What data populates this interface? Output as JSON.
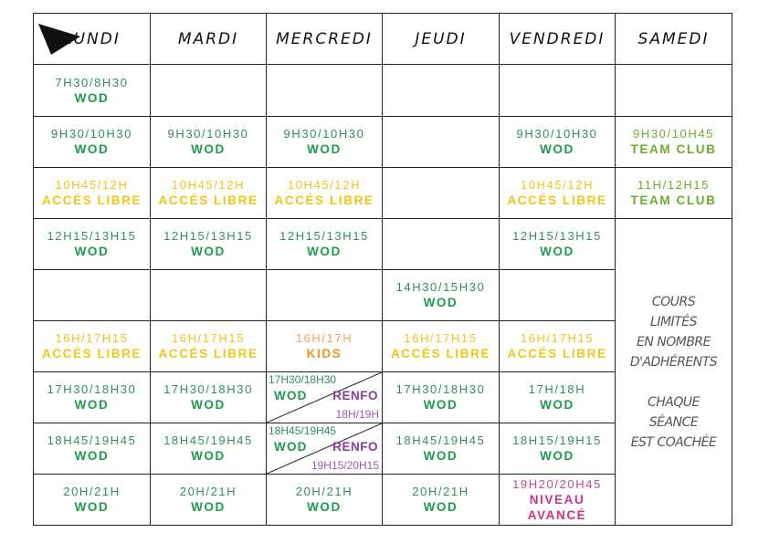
{
  "days": [
    "LUNDI",
    "MARDI",
    "MERCREDI",
    "JEUDI",
    "VENDREDI",
    "SAMEDI"
  ],
  "colors": {
    "green": "#1e9a4b",
    "yellow": "#f3c515",
    "orange": "#f0931c",
    "lime": "#6aae2e",
    "pink": "#d0308c",
    "purple": "#8a3b9c"
  },
  "r1": {
    "lun": {
      "time": "7H30/8H30",
      "name": "WOD"
    }
  },
  "r2": {
    "lun": {
      "time": "9H30/10H30",
      "name": "WOD"
    },
    "mar": {
      "time": "9H30/10H30",
      "name": "WOD"
    },
    "mer": {
      "time": "9H30/10H30",
      "name": "WOD"
    },
    "ven": {
      "time": "9H30/10H30",
      "name": "WOD"
    },
    "sam": {
      "time": "9H30/10H45",
      "name": "TEAM CLUB"
    }
  },
  "r3": {
    "lun": {
      "time": "10H45/12H",
      "name": "ACCÉS LIBRE"
    },
    "mar": {
      "time": "10H45/12H",
      "name": "ACCÉS LIBRE"
    },
    "mer": {
      "time": "10H45/12H",
      "name": "ACCÉS LIBRE"
    },
    "ven": {
      "time": "10H45/12H",
      "name": "ACCÉS LIBRE"
    },
    "sam": {
      "time": "11H/12H15",
      "name": "TEAM CLUB"
    }
  },
  "r4": {
    "lun": {
      "time": "12H15/13H15",
      "name": "WOD"
    },
    "mar": {
      "time": "12H15/13H15",
      "name": "WOD"
    },
    "mer": {
      "time": "12H15/13H15",
      "name": "WOD"
    },
    "ven": {
      "time": "12H15/13H15",
      "name": "WOD"
    }
  },
  "r5": {
    "jeu": {
      "time": "14H30/15H30",
      "name": "WOD"
    }
  },
  "r6": {
    "lun": {
      "time": "16H/17H15",
      "name": "ACCÉS LIBRE"
    },
    "mar": {
      "time": "16H/17H15",
      "name": "ACCÉS LIBRE"
    },
    "mer": {
      "time": "16H/17H",
      "name": "KIDS"
    },
    "jeu": {
      "time": "16H/17H15",
      "name": "ACCÉS LIBRE"
    },
    "ven": {
      "time": "16H/17H15",
      "name": "ACCÉS LIBRE"
    }
  },
  "r7": {
    "lun": {
      "time": "17H30/18H30",
      "name": "WOD"
    },
    "mar": {
      "time": "17H30/18H30",
      "name": "WOD"
    },
    "mer": {
      "time_a": "17H30/18H30",
      "name_a": "WOD",
      "name_b": "RENFO",
      "time_b": "18H/19H"
    },
    "jeu": {
      "time": "17H30/18H30",
      "name": "WOD"
    },
    "ven": {
      "time": "17H/18H",
      "name": "WOD"
    }
  },
  "r8": {
    "lun": {
      "time": "18H45/19H45",
      "name": "WOD"
    },
    "mar": {
      "time": "18H45/19H45",
      "name": "WOD"
    },
    "mer": {
      "time_a": "18H45/19H45",
      "name_a": "WOD",
      "name_b": "RENFO",
      "time_b": "19H15/20H15"
    },
    "jeu": {
      "time": "18H45/19H45",
      "name": "WOD"
    },
    "ven": {
      "time": "18H15/19H15",
      "name": "WOD"
    }
  },
  "r9": {
    "lun": {
      "time": "20H/21H",
      "name": "WOD"
    },
    "mar": {
      "time": "20H/21H",
      "name": "WOD"
    },
    "mer": {
      "time": "20H/21H",
      "name": "WOD"
    },
    "jeu": {
      "time": "20H/21H",
      "name": "WOD"
    },
    "ven": {
      "time": "19H20/20H45",
      "name1": "NIVEAU",
      "name2": "AVANCÉ"
    }
  },
  "note": {
    "line1": "COURS",
    "line2": "LIMITÉS",
    "line3": "EN NOMBRE",
    "line4": "D'ADHÉRENTS",
    "line5": "CHAQUE",
    "line6": "SÉANCE",
    "line7": "EST COACHÉE"
  }
}
